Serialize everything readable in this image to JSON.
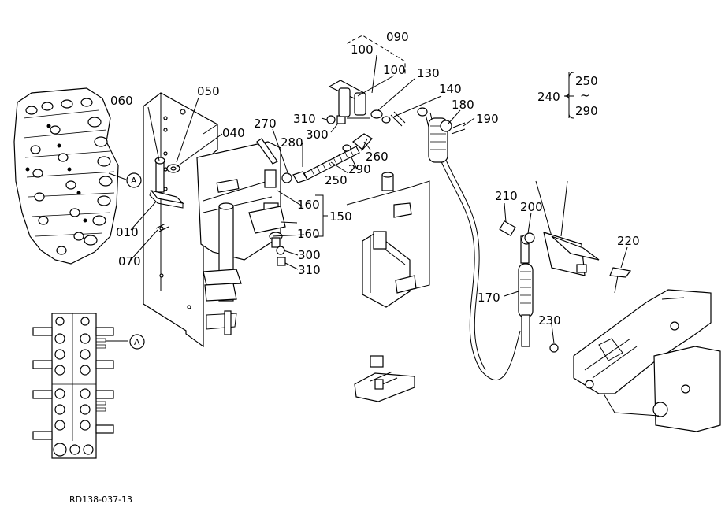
{
  "diagram": {
    "ref_code": "RD138-037-13",
    "callout_A": "A",
    "labels": {
      "p090": "090",
      "p100a": "100",
      "p100b": "100",
      "p130": "130",
      "p140": "140",
      "p180": "180",
      "p190": "190",
      "p240": "240",
      "p250r": "250",
      "p290r": "290",
      "p060": "060",
      "p050": "050",
      "p040": "040",
      "p270": "270",
      "p310a": "310",
      "p300a": "300",
      "p280": "280",
      "p260": "260",
      "p290": "290",
      "p250": "250",
      "p160a": "160",
      "p150": "150",
      "p160b": "160",
      "p300b": "300",
      "p310b": "310",
      "p010": "010",
      "p070": "070",
      "p210": "210",
      "p200": "200",
      "p220": "220",
      "p170": "170",
      "p230": "230"
    },
    "range_sep": "~"
  }
}
